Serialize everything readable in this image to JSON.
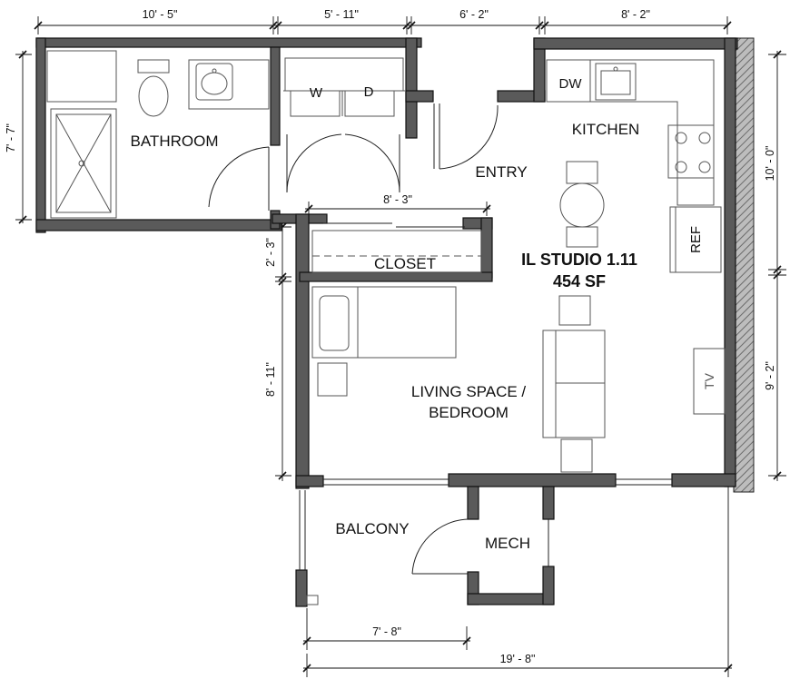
{
  "plan": {
    "unit_title": "IL STUDIO 1.11",
    "area": "454 SF"
  },
  "rooms": {
    "bathroom": "BATHROOM",
    "kitchen": "KITCHEN",
    "entry": "ENTRY",
    "closet": "CLOSET",
    "living_line1": "LIVING SPACE /",
    "living_line2": "BEDROOM",
    "balcony": "BALCONY",
    "mech": "MECH"
  },
  "fixtures": {
    "washer": "W",
    "dryer": "D",
    "dishwasher": "DW",
    "refrigerator": "REF",
    "tv": "TV"
  },
  "dimensions": {
    "top_bathroom": "10' - 5\"",
    "top_laundry": "5' - 11\"",
    "top_entry": "6' - 2\"",
    "top_kitchen": "8' - 2\"",
    "left_bathroom": "7' - 7\"",
    "closet_width": "8' - 3\"",
    "closet_depth": "2' - 3\"",
    "left_living": "8' - 11\"",
    "right_kitchen": "10' - 0\"",
    "right_living": "9' - 2\"",
    "bottom_balcony": "7' - 8\"",
    "bottom_total": "19' - 8\""
  }
}
